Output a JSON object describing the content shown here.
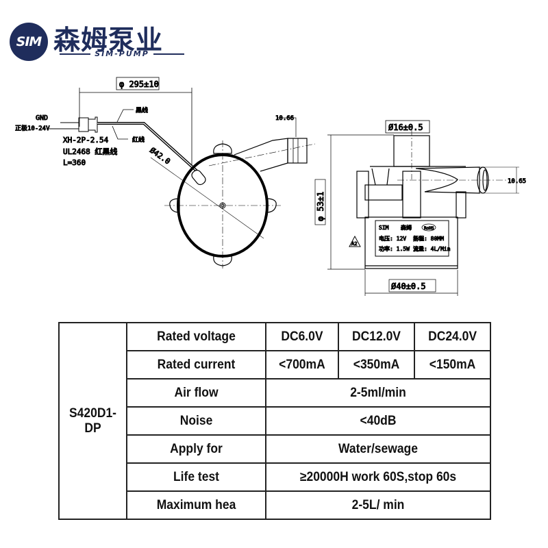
{
  "logo": {
    "mark": "SIM",
    "company_cn": "森姆泵业",
    "company_en": "SIM-PUMP"
  },
  "drawing": {
    "cable_length_dim": "φ 295±10",
    "gnd_label": "GND",
    "positive_label": "正极10-24V",
    "black_wire": "黑线",
    "red_wire": "红线",
    "connector": "XH-2P-2.54",
    "cable_spec": "UL2468  红黑线",
    "cable_len": "L=360",
    "diameter_body": "Ø42.0",
    "outlet_dim_left": "10.66",
    "inlet_dim": "Ø16±0.5",
    "height_dim": "φ 53±1",
    "outlet_dim_right": "10.65",
    "base_dim": "Ø40±0.5",
    "warning_mark": "A2",
    "nameplate": {
      "brand": "SIM",
      "brand_cn": "森姆",
      "rohs": "RoHS",
      "voltage": "电压: 12V",
      "head": "扬程: 80MM",
      "power": "功率: 1.5W",
      "flow": "流量: 4L/Min"
    }
  },
  "spec_table": {
    "model": "S420D1-DP",
    "rows": [
      {
        "param": "Rated voltage",
        "values": [
          "DC6.0V",
          "DC12.0V",
          "DC24.0V"
        ]
      },
      {
        "param": "Rated current",
        "values": [
          "<700mA",
          "<350mA",
          "<150mA"
        ]
      },
      {
        "param": "Air flow",
        "value": "2-5ml/min"
      },
      {
        "param": "Noise",
        "value": "<40dB"
      },
      {
        "param": "Apply for",
        "value": "Water/sewage"
      },
      {
        "param": "Life test",
        "value": "≥20000H work 60S,stop 60s"
      },
      {
        "param": "Maximum hea",
        "value": "2-5L/ min"
      }
    ]
  }
}
